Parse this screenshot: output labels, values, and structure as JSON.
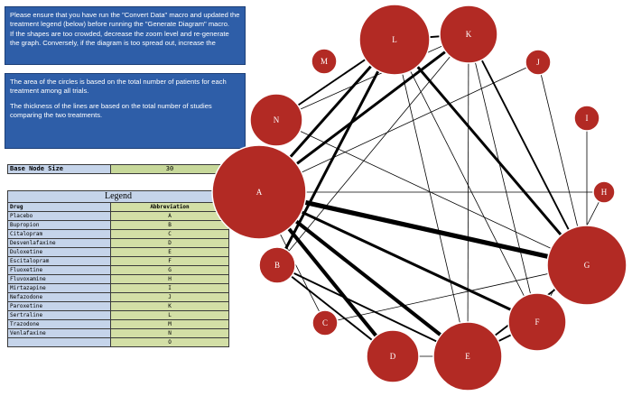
{
  "instructions": {
    "top_lines": [
      "Please ensure that you have  run the \"Convert Data\" macro and updated the treatment legend (below) before  running the \"Generate Diagram\" macro.",
      "If the shapes are too crowded, decrease the zoom level and re-generate the graph.  Conversely, if the diagram is too spread out, increase the"
    ],
    "bottom_lines": [
      "The area of the circles is based on the total number of patients for each treatment among all trials.",
      "The thickness of the lines are based on the total number of studies comparing the two treatments."
    ]
  },
  "base_node": {
    "label": "Base Node Size",
    "value": "30"
  },
  "legend": {
    "title": "Legend",
    "col_drug": "Drug",
    "col_abbrev": "Abbreviation",
    "rows": [
      {
        "drug": "Placebo",
        "abbr": "A"
      },
      {
        "drug": "Bupropion",
        "abbr": "B"
      },
      {
        "drug": "Citalopram",
        "abbr": "C"
      },
      {
        "drug": "Desvenlafaxine",
        "abbr": "D"
      },
      {
        "drug": "Duloxetine",
        "abbr": "E"
      },
      {
        "drug": "Escitalopram",
        "abbr": "F"
      },
      {
        "drug": "Fluoxetine",
        "abbr": "G"
      },
      {
        "drug": "Fluvoxamine",
        "abbr": "H"
      },
      {
        "drug": "Mirtazapine",
        "abbr": "I"
      },
      {
        "drug": "Nefazodone",
        "abbr": "J"
      },
      {
        "drug": "Paroxetine",
        "abbr": "K"
      },
      {
        "drug": "Sertraline",
        "abbr": "L"
      },
      {
        "drug": "Trazodone",
        "abbr": "M"
      },
      {
        "drug": "Venlafaxine",
        "abbr": "N"
      },
      {
        "drug": "",
        "abbr": "O"
      }
    ]
  },
  "colors": {
    "node_fill": "#b22a24",
    "node_stroke": "#ffffff",
    "edge": "#000000"
  },
  "network": {
    "nodes": [
      {
        "id": "A",
        "label": "A"
      },
      {
        "id": "B",
        "label": "B"
      },
      {
        "id": "C",
        "label": "C"
      },
      {
        "id": "D",
        "label": "D"
      },
      {
        "id": "E",
        "label": "E"
      },
      {
        "id": "F",
        "label": "F"
      },
      {
        "id": "G",
        "label": "G"
      },
      {
        "id": "H",
        "label": "H"
      },
      {
        "id": "I",
        "label": "I"
      },
      {
        "id": "J",
        "label": "J"
      },
      {
        "id": "K",
        "label": "K"
      },
      {
        "id": "L",
        "label": "L"
      },
      {
        "id": "M",
        "label": "M"
      },
      {
        "id": "N",
        "label": "N"
      }
    ],
    "edges": [
      {
        "from": "A",
        "to": "G",
        "studies": 5
      },
      {
        "from": "A",
        "to": "E",
        "studies": 4
      },
      {
        "from": "A",
        "to": "D",
        "studies": 4
      },
      {
        "from": "A",
        "to": "L",
        "studies": 3
      },
      {
        "from": "A",
        "to": "K",
        "studies": 3
      },
      {
        "from": "A",
        "to": "F",
        "studies": 3
      },
      {
        "from": "A",
        "to": "N",
        "studies": 2
      },
      {
        "from": "A",
        "to": "H",
        "studies": 1
      },
      {
        "from": "A",
        "to": "J",
        "studies": 1
      },
      {
        "from": "A",
        "to": "C",
        "studies": 1
      },
      {
        "from": "B",
        "to": "L",
        "studies": 3
      },
      {
        "from": "B",
        "to": "K",
        "studies": 1
      },
      {
        "from": "B",
        "to": "E",
        "studies": 2
      },
      {
        "from": "B",
        "to": "D",
        "studies": 2
      },
      {
        "from": "N",
        "to": "L",
        "studies": 2
      },
      {
        "from": "N",
        "to": "K",
        "studies": 1
      },
      {
        "from": "N",
        "to": "G",
        "studies": 1
      },
      {
        "from": "L",
        "to": "G",
        "studies": 3
      },
      {
        "from": "L",
        "to": "E",
        "studies": 1
      },
      {
        "from": "L",
        "to": "F",
        "studies": 1
      },
      {
        "from": "L",
        "to": "K",
        "studies": 2
      },
      {
        "from": "K",
        "to": "G",
        "studies": 2
      },
      {
        "from": "K",
        "to": "E",
        "studies": 1
      },
      {
        "from": "K",
        "to": "F",
        "studies": 1
      },
      {
        "from": "J",
        "to": "G",
        "studies": 1
      },
      {
        "from": "I",
        "to": "G",
        "studies": 1
      },
      {
        "from": "H",
        "to": "F",
        "studies": 1
      },
      {
        "from": "G",
        "to": "C",
        "studies": 1
      },
      {
        "from": "G",
        "to": "E",
        "studies": 2
      },
      {
        "from": "F",
        "to": "E",
        "studies": 2
      },
      {
        "from": "E",
        "to": "D",
        "studies": 1
      }
    ]
  }
}
